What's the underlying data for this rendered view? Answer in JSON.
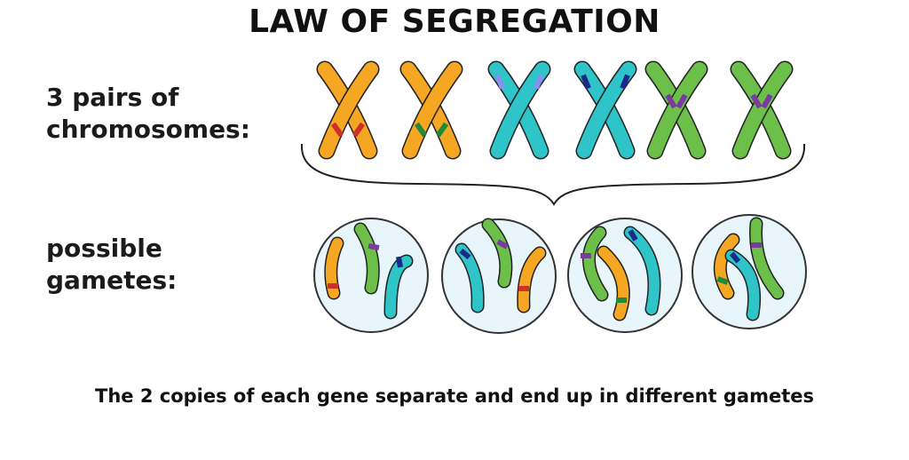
{
  "title": "LAW OF SEGREGATION",
  "chromosome_label": {
    "line1": "3 pairs of",
    "line2": "chromosomes:"
  },
  "gamete_label": {
    "line1": "possible",
    "line2": "gametes:"
  },
  "caption": "The 2 copies of each gene separate and end up in different gametes",
  "colors": {
    "orange": "#f5a623",
    "teal": "#2ec4c8",
    "green": "#6cc04a",
    "outline": "#222222",
    "band_red": "#d0302c",
    "band_darkgreen": "#1e8a3a",
    "band_lavender": "#8a8ff0",
    "band_navy": "#1a2a8a",
    "band_purple": "#7a3aa0",
    "cell_fill": "#e8f6fb",
    "cell_stroke": "#333333"
  },
  "pairs": [
    {
      "name": "orange-pair",
      "color": "orange",
      "bands": [
        "band_red",
        "band_darkgreen"
      ]
    },
    {
      "name": "teal-pair",
      "color": "teal",
      "bands": [
        "band_lavender",
        "band_navy"
      ]
    },
    {
      "name": "green-pair",
      "color": "green",
      "bands": [
        "band_purple",
        "band_purple"
      ]
    }
  ],
  "gametes": [
    {
      "name": "gamete-1",
      "orange_band": "band_red",
      "teal_band": "band_navy",
      "green_band": "band_purple"
    },
    {
      "name": "gamete-2",
      "orange_band": "band_red",
      "teal_band": "band_navy",
      "green_band": "band_purple"
    },
    {
      "name": "gamete-3",
      "orange_band": "band_darkgreen",
      "teal_band": "band_navy",
      "green_band": "band_purple"
    },
    {
      "name": "gamete-4",
      "orange_band": "band_darkgreen",
      "teal_band": "band_navy",
      "green_band": "band_purple"
    }
  ]
}
